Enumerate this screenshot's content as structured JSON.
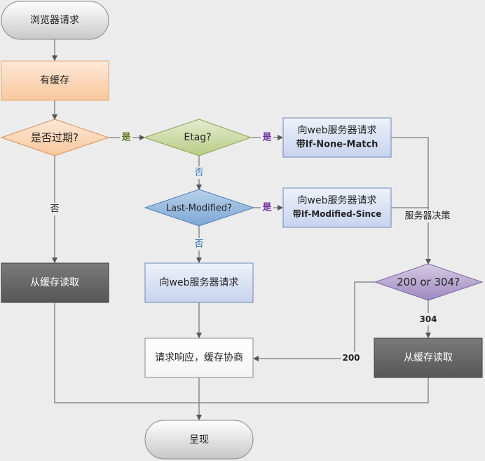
{
  "nodes": {
    "browser_request": "浏览器请求",
    "has_cache": "有缓存",
    "expired": "是否过期?",
    "etag": "Etag?",
    "req_if_none_1": "向web服务器请求",
    "req_if_none_2": "带If-None-Match",
    "last_modified": "Last-Modified?",
    "req_if_mod_1": "向web服务器请求",
    "req_if_mod_2": "带If-Modified-Since",
    "from_cache_left": "从缓存读取",
    "request_server": "向web服务器请求",
    "status_check": "200 or 304?",
    "response_cache": "请求响应，缓存协商",
    "from_cache_right": "从缓存读取",
    "render": "呈现"
  },
  "edges": {
    "yes_expired": "是",
    "yes_etag": "是",
    "no_etag": "否",
    "no_expired": "否",
    "yes_lastmod": "是",
    "no_lastmod": "否",
    "server_decision": "服务器决策",
    "code_304": "304",
    "code_200": "200"
  },
  "colors": {
    "yes_label": "#7030a0",
    "no_label": "#2e75b6"
  }
}
